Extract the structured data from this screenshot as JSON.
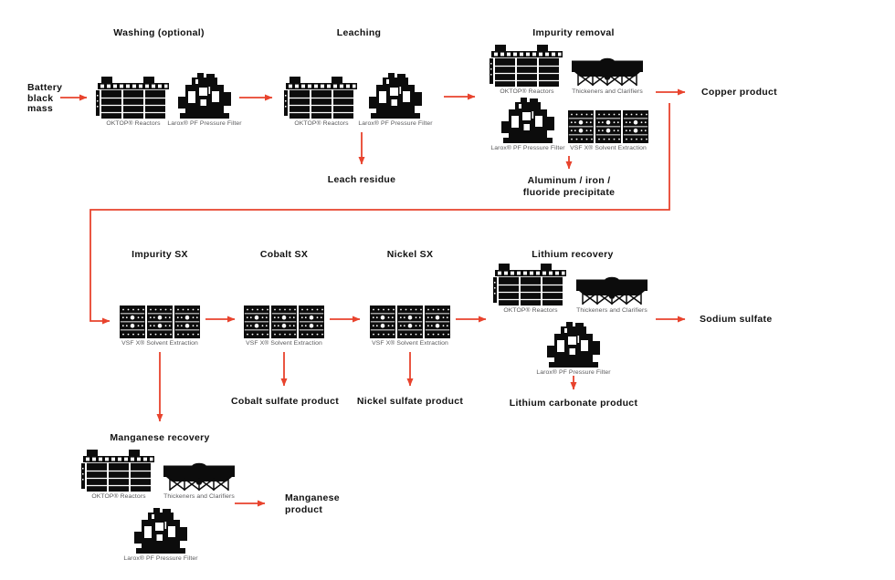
{
  "colors": {
    "flow_arrow": "#e8432d",
    "heading_text": "#111111",
    "equipment_label_text": "#58585a",
    "equipment_icon": "#0c0c0c"
  },
  "source": {
    "lines": [
      "Battery",
      "black",
      "mass"
    ]
  },
  "equipment_labels": {
    "oktop_reactors": "OKTOP® Reactors",
    "larox_pf_pressure_filter": "Larox® PF Pressure Filter",
    "thickeners_and_clarifiers": "Thickeners and Clarifiers",
    "vsf_x_solvent_extraction": "VSF X® Solvent Extraction"
  },
  "stages": {
    "washing": {
      "title": "Washing (optional)"
    },
    "leaching": {
      "title": "Leaching",
      "residue_output": "Leach residue"
    },
    "impurity_removal": {
      "title": "Impurity removal",
      "copper_output": "Copper product",
      "precipitate_output_lines": [
        "Aluminum / iron /",
        "fluoride precipitate"
      ]
    },
    "impurity_sx": {
      "title": "Impurity SX"
    },
    "cobalt_sx": {
      "title": "Cobalt SX",
      "product_output": "Cobalt sulfate product"
    },
    "nickel_sx": {
      "title": "Nickel SX",
      "product_output": "Nickel sulfate product"
    },
    "lithium_recovery": {
      "title": "Lithium recovery",
      "sodium_output": "Sodium sulfate",
      "product_output": "Lithium carbonate product"
    },
    "manganese_recovery": {
      "title": "Manganese recovery",
      "product_output_lines": [
        "Manganese",
        "product"
      ]
    }
  }
}
